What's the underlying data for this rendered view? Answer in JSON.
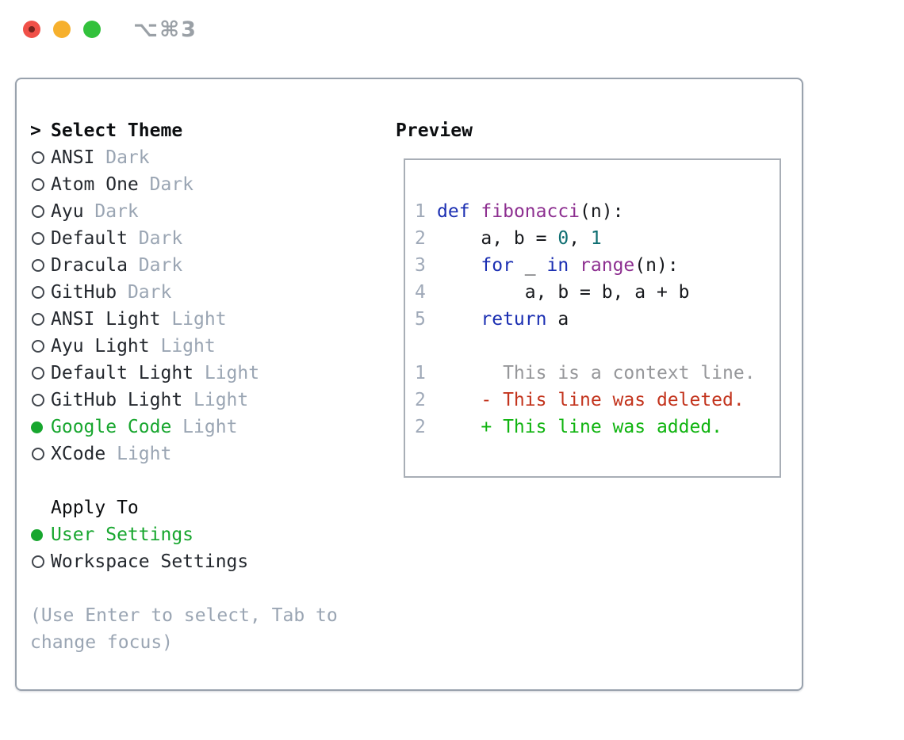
{
  "titlebar": {
    "shortcut": "⌥⌘3"
  },
  "panel": {
    "header_prompt": ">",
    "header": "Select Theme",
    "themes": [
      {
        "name": "ANSI",
        "variant": "Dark",
        "selected": false
      },
      {
        "name": "Atom One",
        "variant": "Dark",
        "selected": false
      },
      {
        "name": "Ayu",
        "variant": "Dark",
        "selected": false
      },
      {
        "name": "Default",
        "variant": "Dark",
        "selected": false
      },
      {
        "name": "Dracula",
        "variant": "Dark",
        "selected": false
      },
      {
        "name": "GitHub",
        "variant": "Dark",
        "selected": false
      },
      {
        "name": "ANSI Light",
        "variant": "Light",
        "selected": false
      },
      {
        "name": "Ayu Light",
        "variant": "Light",
        "selected": false
      },
      {
        "name": "Default Light",
        "variant": "Light",
        "selected": false
      },
      {
        "name": "GitHub Light",
        "variant": "Light",
        "selected": false
      },
      {
        "name": "Google Code",
        "variant": "Light",
        "selected": true
      },
      {
        "name": "XCode",
        "variant": "Light",
        "selected": false
      }
    ],
    "apply_header": "Apply To",
    "apply_options": [
      {
        "label": "User Settings",
        "selected": true
      },
      {
        "label": "Workspace Settings",
        "selected": false
      }
    ],
    "hint": "(Use Enter to select, Tab to change focus)"
  },
  "preview": {
    "title": "Preview",
    "code_lines": [
      {
        "num": "1",
        "tokens": [
          [
            "def",
            "kw"
          ],
          [
            " ",
            "p"
          ],
          [
            "fibonacci",
            "fn"
          ],
          [
            "(n):",
            "p"
          ]
        ]
      },
      {
        "num": "2",
        "tokens": [
          [
            "    a, b = ",
            "p"
          ],
          [
            "0",
            "n"
          ],
          [
            ", ",
            "p"
          ],
          [
            "1",
            "n"
          ]
        ]
      },
      {
        "num": "3",
        "tokens": [
          [
            "    ",
            "p"
          ],
          [
            "for",
            "kw"
          ],
          [
            " _ ",
            "p"
          ],
          [
            "in",
            "kw"
          ],
          [
            " ",
            "p"
          ],
          [
            "range",
            "fn"
          ],
          [
            "(n):",
            "p"
          ]
        ]
      },
      {
        "num": "4",
        "tokens": [
          [
            "        a, b = b, a + b",
            "p"
          ]
        ]
      },
      {
        "num": "5",
        "tokens": [
          [
            "    ",
            "p"
          ],
          [
            "return",
            "kw"
          ],
          [
            " a",
            "p"
          ]
        ]
      }
    ],
    "diff_lines": [
      {
        "num": "1",
        "content": "      This is a context line.",
        "type": "context"
      },
      {
        "num": "2",
        "content": "    - This line was deleted.",
        "type": "deleted"
      },
      {
        "num": "2",
        "content": "    + This line was added.",
        "type": "added"
      }
    ]
  },
  "colors": {
    "red": "#f05048",
    "red_dot": "#76231d",
    "yellow": "#f6b02d",
    "green": "#32c13c",
    "titlegray": "#9aa0a6",
    "winborder": "#99a2ad",
    "prevborder": "#a8aeb6",
    "header": "#0c0e10",
    "item": "#24282e",
    "muted": "#9aa5b3",
    "select_green": "#17a62e",
    "ring": "#41464d",
    "lineno": "#9fa9b8",
    "code": "#17191d",
    "keyword": "#1b2fb2",
    "function": "#8d2f90",
    "number": "#0e6e71",
    "context": "#96979a",
    "deleted": "#c3341d",
    "added": "#10b410"
  }
}
